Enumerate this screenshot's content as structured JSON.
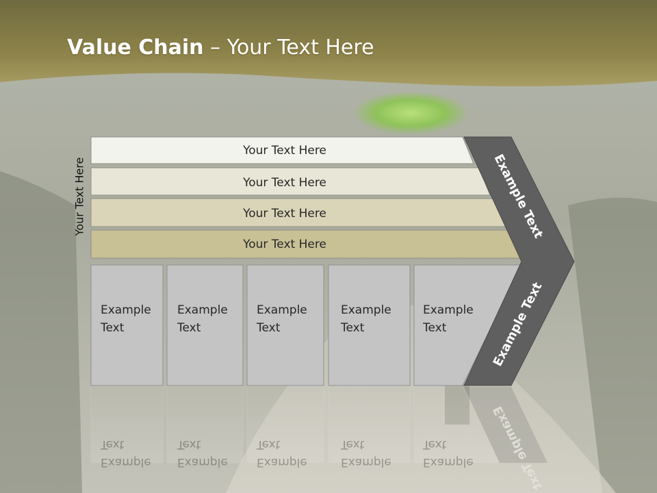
{
  "title": {
    "bold": "Value Chain",
    "rest": " – Your Text Here"
  },
  "side_label": "Your Text Here",
  "bands": [
    "Your Text Here",
    "Your Text Here",
    "Your Text Here",
    "Your Text Here"
  ],
  "arrow_top_label": "Example Text",
  "arrow_bottom_label": "Example Text",
  "boxes": [
    {
      "line1": "Example",
      "line2": "Text"
    },
    {
      "line1": "Example",
      "line2": "Text"
    },
    {
      "line1": "Example",
      "line2": "Text"
    },
    {
      "line1": "Example",
      "line2": "Text"
    },
    {
      "line1": "Example",
      "line2": "Text"
    }
  ],
  "colors": {
    "header": "#8a8049",
    "band1": "#f3f3ee",
    "band2": "#e8e6d6",
    "band3": "#dad5b8",
    "band4": "#c9c196",
    "box": "#c4c4c4",
    "arrow": "#5f5f5f"
  }
}
